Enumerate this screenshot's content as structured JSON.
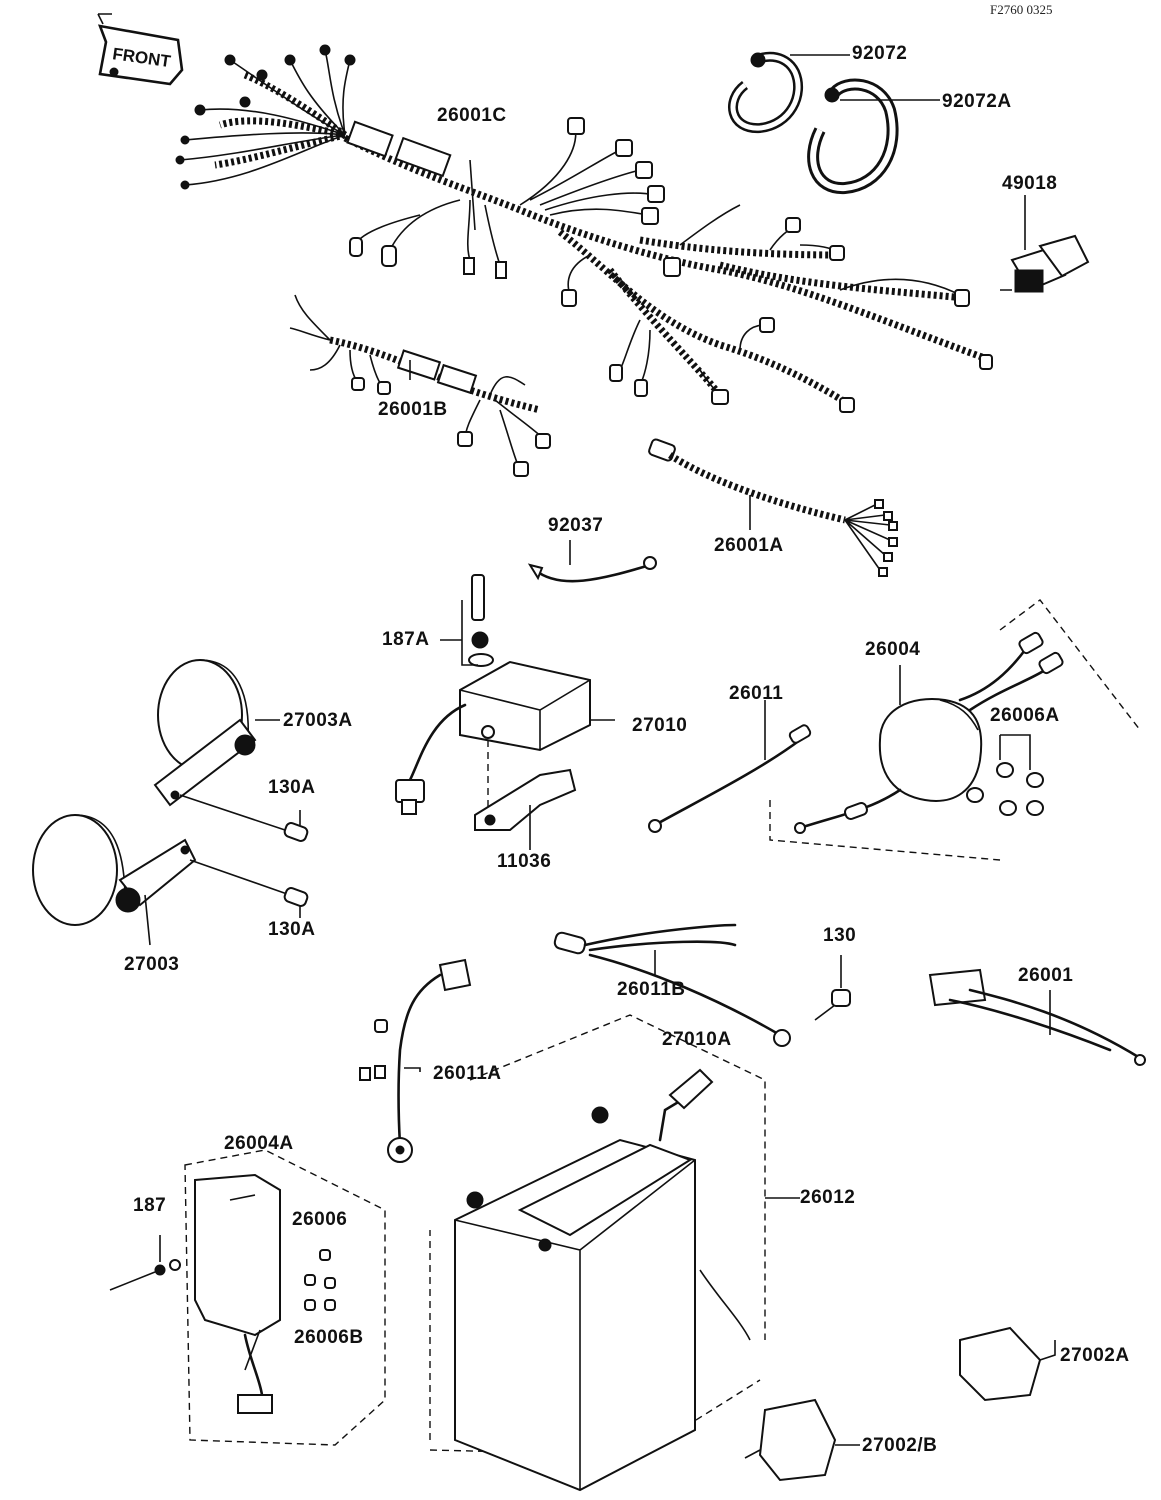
{
  "document": {
    "id": "F2760 0325",
    "front_marker": "FRONT"
  },
  "labels": [
    {
      "key": "92072",
      "text": "92072"
    },
    {
      "key": "92072A",
      "text": "92072A"
    },
    {
      "key": "49018",
      "text": "49018"
    },
    {
      "key": "26001C",
      "text": "26001C"
    },
    {
      "key": "26001B",
      "text": "26001B"
    },
    {
      "key": "92037",
      "text": "92037"
    },
    {
      "key": "26001A",
      "text": "26001A"
    },
    {
      "key": "187A",
      "text": "187A"
    },
    {
      "key": "26004",
      "text": "26004"
    },
    {
      "key": "27003A",
      "text": "27003A"
    },
    {
      "key": "27010",
      "text": "27010"
    },
    {
      "key": "26011",
      "text": "26011"
    },
    {
      "key": "26006A",
      "text": "26006A"
    },
    {
      "key": "130A_1",
      "text": "130A"
    },
    {
      "key": "11036",
      "text": "11036"
    },
    {
      "key": "130A_2",
      "text": "130A"
    },
    {
      "key": "27003",
      "text": "27003"
    },
    {
      "key": "130",
      "text": "130"
    },
    {
      "key": "26011B",
      "text": "26011B"
    },
    {
      "key": "26001",
      "text": "26001"
    },
    {
      "key": "27010A",
      "text": "27010A"
    },
    {
      "key": "26011A",
      "text": "26011A"
    },
    {
      "key": "26004A",
      "text": "26004A"
    },
    {
      "key": "187",
      "text": "187"
    },
    {
      "key": "26006",
      "text": "26006"
    },
    {
      "key": "26012",
      "text": "26012"
    },
    {
      "key": "26006B",
      "text": "26006B"
    },
    {
      "key": "27002A",
      "text": "27002A"
    },
    {
      "key": "27002B",
      "text": "27002/B"
    }
  ]
}
